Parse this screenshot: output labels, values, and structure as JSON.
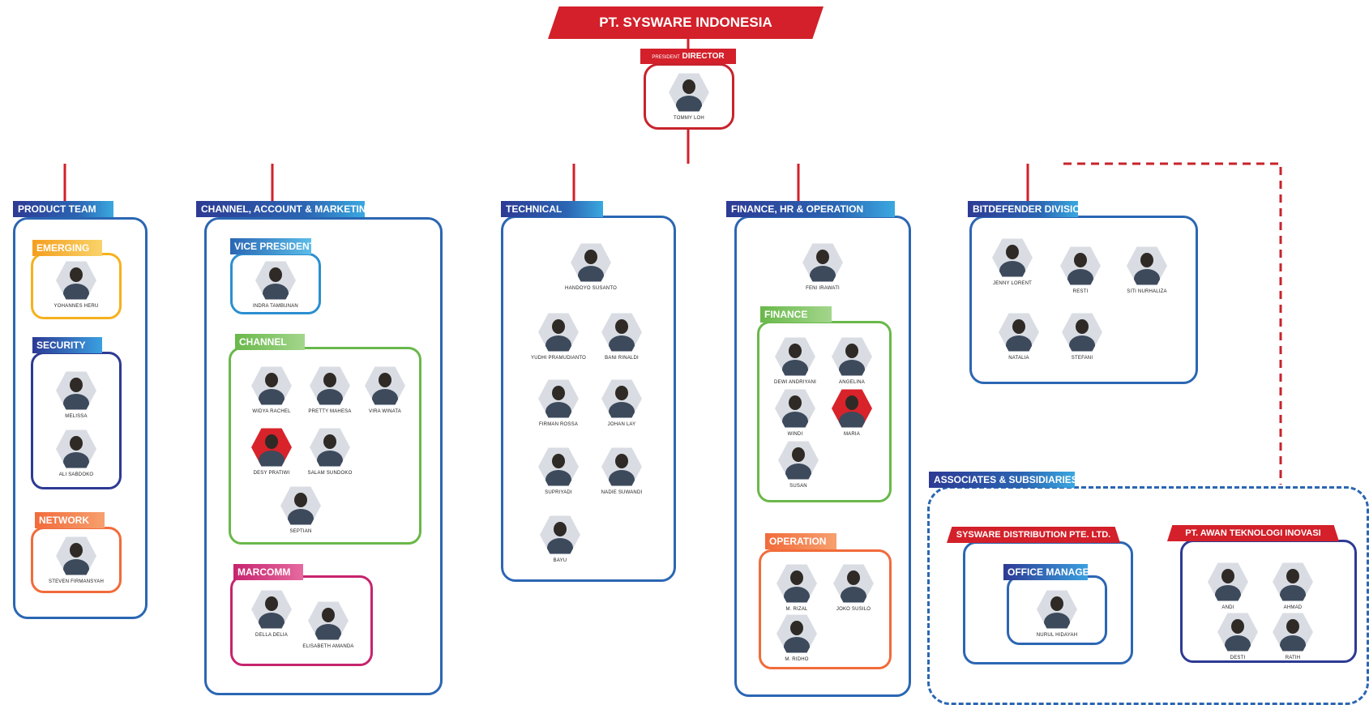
{
  "title": "PT. SYSWARE INDONESIA",
  "director": {
    "prefix": "PRESIDENT",
    "label": "DIRECTOR",
    "name": "TOMMY LOH"
  },
  "product_team": {
    "label": "PRODUCT TEAM",
    "emerging": {
      "label": "EMERGING",
      "members": [
        "YOHANNES HERU"
      ]
    },
    "security": {
      "label": "SECURITY",
      "members": [
        "MELISSA",
        "ALI SABDOKO"
      ]
    },
    "network": {
      "label": "NETWORK",
      "members": [
        "STEVEN FIRMANSYAH"
      ]
    }
  },
  "channel_team": {
    "label": "CHANNEL, ACCOUNT & MARKETING",
    "vp": {
      "label": "VICE PRESIDENT",
      "members": [
        "INDRA TAMBUNAN"
      ]
    },
    "channel": {
      "label": "CHANNEL",
      "members": [
        "WIDYA RACHEL",
        "PRETTY MAHESA",
        "VIRA WINATA",
        "DESY PRATIWI",
        "SALAM SUNDOKO",
        "SEPTIAN"
      ]
    },
    "marcomm": {
      "label": "MARCOMM",
      "members": [
        "DELLA DELIA",
        "ELISABETH AMANDA"
      ]
    }
  },
  "technical": {
    "label": "TECHNICAL",
    "members": [
      "HANDOYO SUSANTO",
      "YUDHI PRAMUDIANTO",
      "BANI RINALDI",
      "FIRMAN ROSSA",
      "JOHAN LAY",
      "SUPRIYADI",
      "NADIE SUWANDI",
      "BAYU"
    ]
  },
  "finance_team": {
    "label": "FINANCE, HR & OPERATION",
    "lead": "FENI IRAWATI",
    "finance": {
      "label": "FINANCE",
      "members": [
        "DEWI ANDRIYANI",
        "ANGELINA",
        "WINDI",
        "MARIA",
        "SUSAN"
      ]
    },
    "operation": {
      "label": "OPERATION",
      "members": [
        "M. RIZAL",
        "JOKO SUSILO",
        "M. RIDHO"
      ]
    }
  },
  "bitdefender": {
    "label": "BITDEFENDER DIVISION",
    "members": [
      "JENNY LORENT",
      "RESTI",
      "SITI NURHALIZA",
      "NATALIA",
      "STEFANI"
    ]
  },
  "associates": {
    "label": "ASSOCIATES & SUBSIDIARIES",
    "sysware_dist": {
      "label": "SYSWARE DISTRIBUTION PTE. LTD.",
      "office_manager": {
        "label": "OFFICE MANAGER",
        "members": [
          "NURUL HIDAYAH"
        ]
      }
    },
    "awan": {
      "label": "PT. AWAN TEKNOLOGI INOVASI",
      "members": [
        "ANDI",
        "AHMAD",
        "DESTI",
        "RATIH"
      ]
    }
  },
  "colors": {
    "red": "#d3202a",
    "blue": "#2b66b3",
    "navy": "#2d3a94",
    "orange": "#f26b3a",
    "yellow": "#f5b11d",
    "green": "#69b84a",
    "magenta": "#c6246e"
  }
}
